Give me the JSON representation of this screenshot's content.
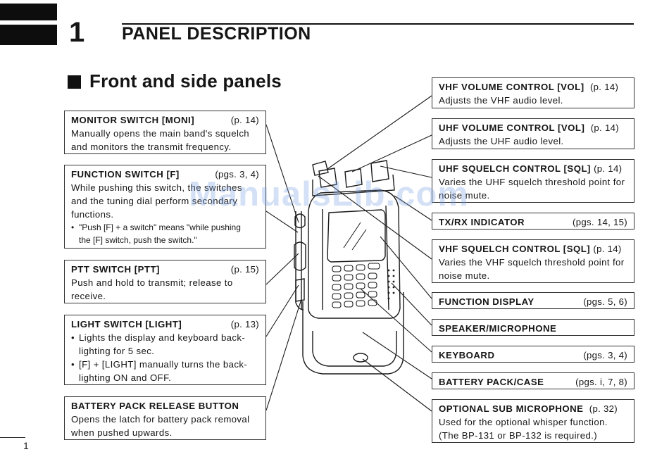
{
  "chapter": {
    "number": "1",
    "title": "PANEL DESCRIPTION"
  },
  "section": {
    "title": "Front and side panels"
  },
  "left_boxes": [
    {
      "title": "MONITOR SWITCH [MONI]",
      "page": "(p. 14)",
      "lines": [
        "Manually opens the main band's squelch",
        "and monitors the transmit frequency."
      ]
    },
    {
      "title": "FUNCTION SWITCH [F]",
      "page": "(pgs. 3, 4)",
      "lines": [
        "While pushing this switch, the switches",
        "and the tuning dial perform secondary",
        "functions."
      ],
      "note": [
        "\"Push [F] + a switch\" means \"while pushing",
        "the [F] switch, push the switch.\""
      ]
    },
    {
      "title": "PTT SWITCH [PTT]",
      "page": "(p. 15)",
      "lines": [
        "Push and hold to transmit; release to",
        "receive."
      ]
    },
    {
      "title": "LIGHT SWITCH [LIGHT]",
      "page": "(p. 13)",
      "bullets": [
        [
          "Lights the display and keyboard back-",
          "lighting for 5 sec."
        ],
        [
          "[F] + [LIGHT] manually turns the back-",
          "lighting ON and OFF."
        ]
      ]
    },
    {
      "title": "BATTERY PACK RELEASE BUTTON",
      "page": "",
      "lines": [
        "Opens the latch for battery pack removal",
        "when pushed upwards."
      ]
    }
  ],
  "right_boxes": [
    {
      "title": "VHF VOLUME CONTROL [VOL]",
      "page": "(p. 14)",
      "lines": [
        "Adjusts the VHF audio level."
      ]
    },
    {
      "title": "UHF VOLUME CONTROL [VOL]",
      "page": "(p. 14)",
      "lines": [
        "Adjusts the UHF audio level."
      ]
    },
    {
      "title": "UHF SQUELCH CONTROL [SQL]",
      "page": "(p. 14)",
      "lines": [
        "Varies the UHF squelch threshold point for",
        "noise mute."
      ]
    },
    {
      "title": "TX/RX INDICATOR",
      "page": "(pgs. 14, 15)",
      "lines": []
    },
    {
      "title": "VHF SQUELCH CONTROL [SQL]",
      "page": "(p. 14)",
      "lines": [
        "Varies the VHF squelch threshold point for",
        "noise mute."
      ]
    },
    {
      "title": "FUNCTION DISPLAY",
      "page": "(pgs. 5, 6)",
      "lines": []
    },
    {
      "title": "SPEAKER/MICROPHONE",
      "page": "",
      "lines": []
    },
    {
      "title": "KEYBOARD",
      "page": "(pgs. 3, 4)",
      "lines": []
    },
    {
      "title": "BATTERY PACK/CASE",
      "page": "(pgs. i, 7, 8)",
      "lines": []
    },
    {
      "title": "OPTIONAL SUB MICROPHONE",
      "page": "(p. 32)",
      "lines": [
        "Used for the optional whisper function.",
        "(The BP-131 or BP-132 is required.)"
      ]
    }
  ],
  "watermark": "ManualsLib.com",
  "page_number": "1"
}
